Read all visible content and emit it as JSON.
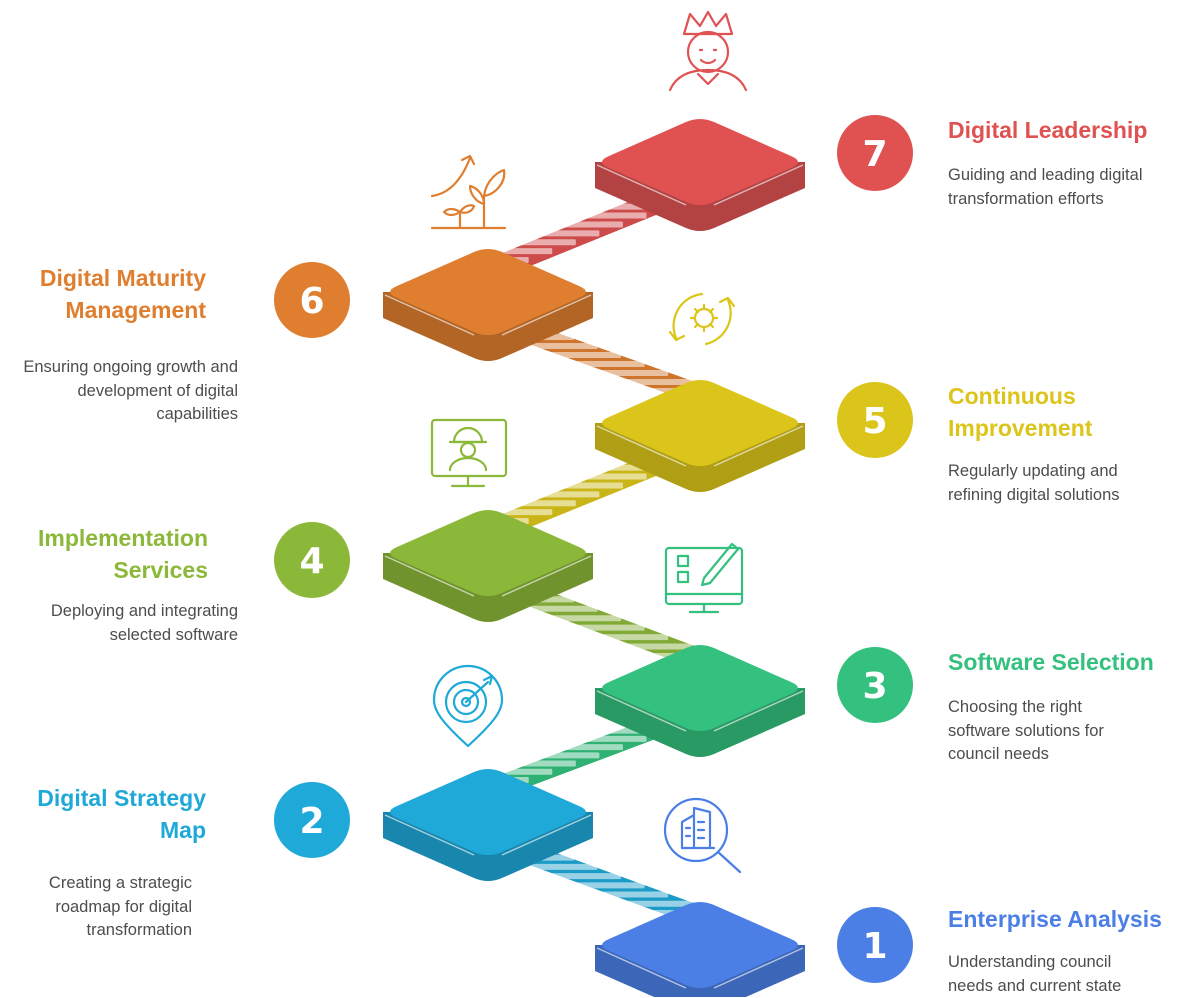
{
  "steps": [
    {
      "number": "1",
      "title": "Enterprise Analysis",
      "description": "Understanding council needs and current state",
      "color": "#4b7fe6",
      "icon": "building-magnifier-icon"
    },
    {
      "number": "2",
      "title": "Digital Strategy Map",
      "description": "Creating a strategic roadmap for digital transformation",
      "color": "#1fa9d8",
      "icon": "target-pin-icon"
    },
    {
      "number": "3",
      "title": "Software Selection",
      "description": "Choosing the right software solutions for council needs",
      "color": "#34c07e",
      "icon": "monitor-checklist-icon"
    },
    {
      "number": "4",
      "title": "Implementation Services",
      "description": "Deploying and integrating selected software",
      "color": "#8cb83a",
      "icon": "monitor-engineer-icon"
    },
    {
      "number": "5",
      "title": "Continuous Improvement",
      "description": "Regularly updating and refining digital solutions",
      "color": "#dcc51a",
      "icon": "cycle-gear-icon"
    },
    {
      "number": "6",
      "title": "Digital Maturity Management",
      "description": "Ensuring ongoing growth and development of digital capabilities",
      "color": "#e07e2f",
      "icon": "growing-plant-icon"
    },
    {
      "number": "7",
      "title": "Digital Leadership",
      "description": "Guiding and leading digital transformation efforts",
      "color": "#e05252",
      "icon": "crowned-person-icon"
    }
  ]
}
